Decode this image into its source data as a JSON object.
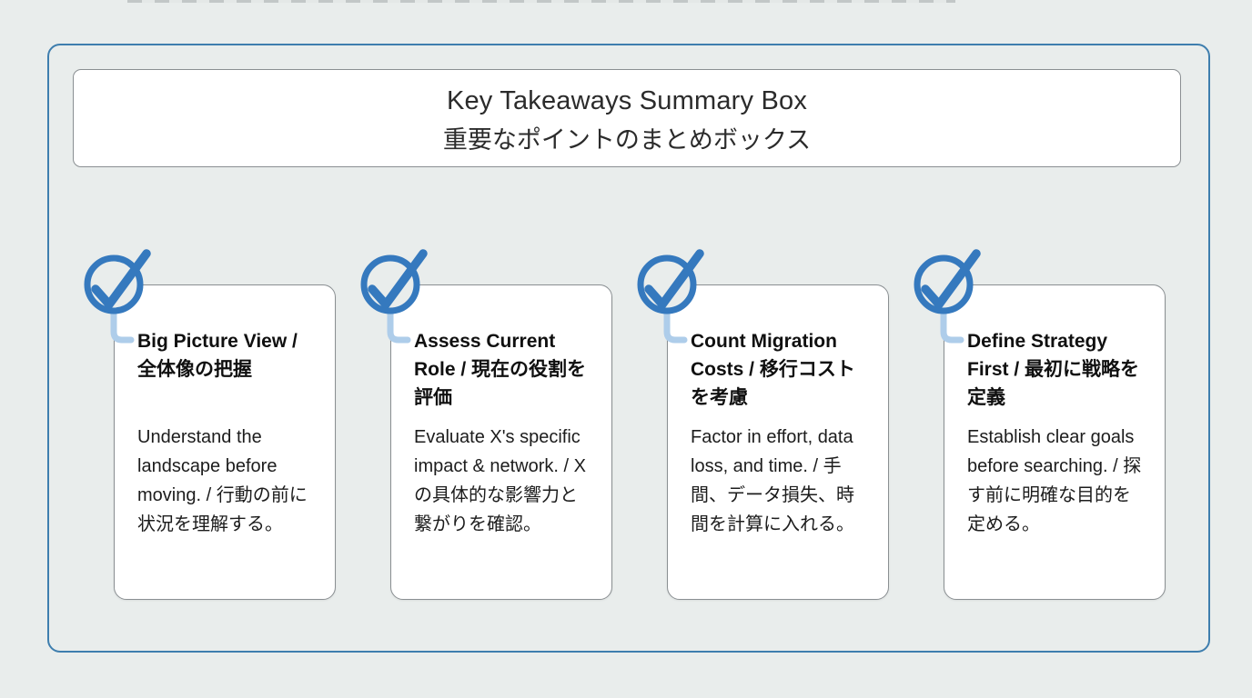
{
  "header": {
    "title_en": "Key Takeaways Summary Box",
    "title_ja": "重要なポイントのまとめボックス"
  },
  "cards": [
    {
      "title": "Big Picture View / 全体像の把握",
      "body": "Understand the landscape before moving. / 行動の前に状況を理解する。"
    },
    {
      "title": "Assess Current Role / 現在の役割を評価",
      "body": "Evaluate X's specific impact & network. / Xの具体的な影響力と繋がりを確認。"
    },
    {
      "title": "Count Migration Costs / 移行コストを考慮",
      "body": "Factor in effort, data loss, and time. / 手間、データ損失、時間を計算に入れる。"
    },
    {
      "title": "Define Strategy First / 最初に戦略を定義",
      "body": "Establish clear goals before searching. / 探す前に明確な目的を定める。"
    }
  ],
  "icons": {
    "card_marker": "check-circle-icon"
  },
  "colors": {
    "page_bg": "#e9edec",
    "container_border": "#3e7eae",
    "box_border": "#8a8f92",
    "accent_blue": "#3579be",
    "connector_blue": "#aecdea",
    "title_ink": "#101010",
    "body_ink": "#1c1c1c",
    "header_ink": "#2b2b2b"
  }
}
